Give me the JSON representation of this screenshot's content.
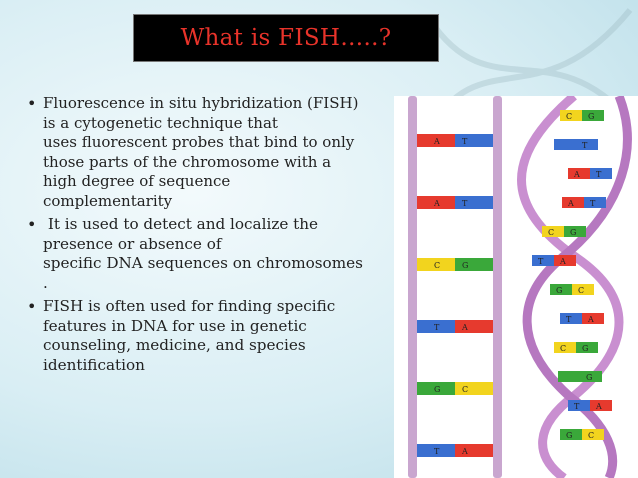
{
  "title": "What is FISH…..?",
  "bullets": [
    {
      "lines": [
        "Fluorescence in situ hybridization (FISH)",
        "is a cytogenetic technique that",
        "uses fluorescent probes that bind to only",
        "those parts of the chromosome with a",
        "high degree of sequence",
        "complementarity"
      ]
    },
    {
      "lines": [
        " It is used to detect and localize the",
        "presence or absence of",
        "specific DNA sequences on chromosomes",
        "."
      ]
    },
    {
      "lines": [
        "FISH is often used for finding specific",
        "features in DNA for use in genetic",
        "counseling, medicine, and species",
        "identification"
      ]
    }
  ],
  "ladder": [
    {
      "left": "A",
      "right": "T",
      "lcolor": "#e63a2e",
      "rcolor": "#3a6fd0"
    },
    {
      "left": "A",
      "right": "T",
      "lcolor": "#e63a2e",
      "rcolor": "#3a6fd0"
    },
    {
      "left": "C",
      "right": "G",
      "lcolor": "#f2d41e",
      "rcolor": "#3aa83a"
    },
    {
      "left": "T",
      "right": "A",
      "lcolor": "#3a6fd0",
      "rcolor": "#e63a2e"
    },
    {
      "left": "G",
      "right": "C",
      "lcolor": "#3aa83a",
      "rcolor": "#f2d41e"
    },
    {
      "left": "T",
      "right": "A",
      "lcolor": "#3a6fd0",
      "rcolor": "#e63a2e"
    }
  ],
  "helix_pairs": [
    {
      "left": "C",
      "right": "G",
      "lcolor": "#f2d41e",
      "rcolor": "#3aa83a"
    },
    {
      "left": "",
      "right": "T",
      "lcolor": "#3a6fd0",
      "rcolor": "#3a6fd0"
    },
    {
      "left": "A",
      "right": "T",
      "lcolor": "#e63a2e",
      "rcolor": "#3a6fd0"
    },
    {
      "left": "A",
      "right": "T",
      "lcolor": "#e63a2e",
      "rcolor": "#3a6fd0"
    },
    {
      "left": "C",
      "right": "G",
      "lcolor": "#f2d41e",
      "rcolor": "#3aa83a"
    },
    {
      "left": "T",
      "right": "A",
      "lcolor": "#3a6fd0",
      "rcolor": "#e63a2e"
    },
    {
      "left": "G",
      "right": "C",
      "lcolor": "#3aa83a",
      "rcolor": "#f2d41e"
    },
    {
      "left": "T",
      "right": "A",
      "lcolor": "#3a6fd0",
      "rcolor": "#e63a2e"
    },
    {
      "left": "C",
      "right": "G",
      "lcolor": "#f2d41e",
      "rcolor": "#3aa83a"
    },
    {
      "left": "",
      "right": "G",
      "lcolor": "#3aa83a",
      "rcolor": "#3aa83a"
    },
    {
      "left": "T",
      "right": "A",
      "lcolor": "#3a6fd0",
      "rcolor": "#e63a2e"
    },
    {
      "left": "G",
      "right": "C",
      "lcolor": "#3aa83a",
      "rcolor": "#f2d41e"
    }
  ],
  "colors": {
    "title_text": "#e8332a",
    "backbone": "#c9a6cf",
    "helix_ribbon": "#c98fd0"
  }
}
